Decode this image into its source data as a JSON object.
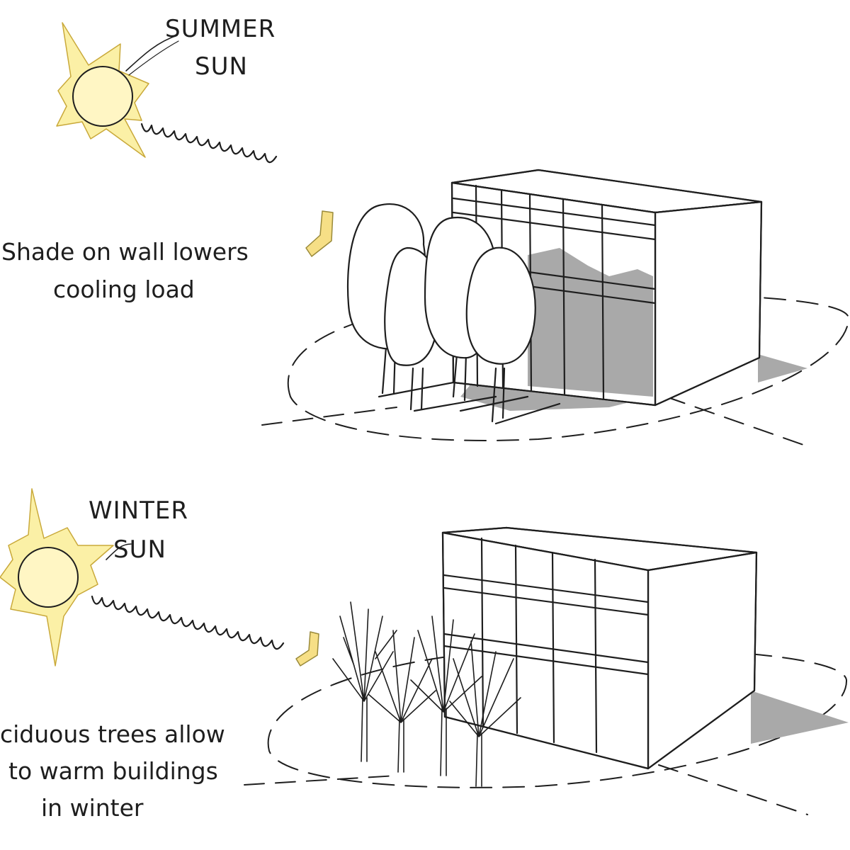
{
  "summer": {
    "sun_label_line1": "SUMMER",
    "sun_label_line2": "SUN",
    "caption_line1": "Shade on wall lowers",
    "caption_line2": "cooling load"
  },
  "winter": {
    "sun_label_line1": "WINTER",
    "sun_label_line2": "SUN",
    "caption_line1": "ciduous trees allow",
    "caption_line2": "to warm buildings",
    "caption_line3": "in winter"
  },
  "colors": {
    "sun_fill": "#fbf0a6",
    "sun_core": "#fff6c4",
    "sun_stroke": "#c9a93a",
    "arrow_fill": "#f6df86",
    "ink": "#1e1e1e",
    "shadow": "#a9a9a9"
  }
}
